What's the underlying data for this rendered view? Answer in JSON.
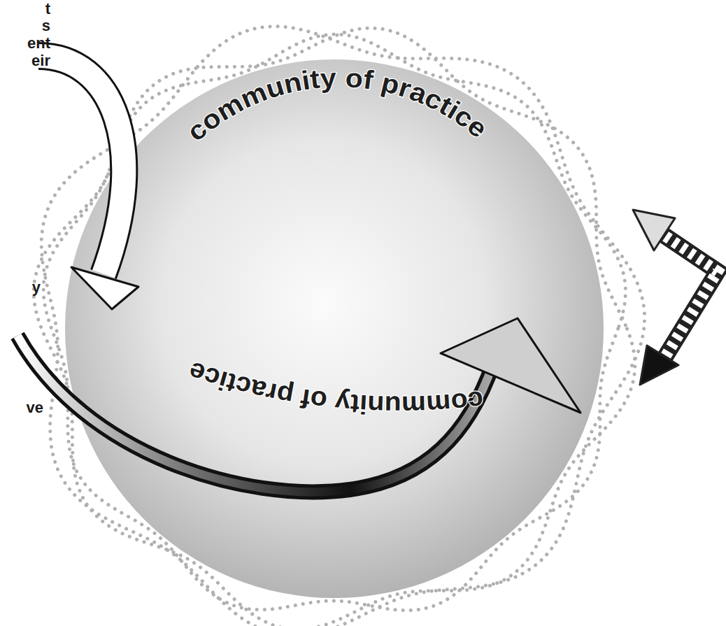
{
  "diagram": {
    "nodes": [
      {
        "text": [
          "community of practice",
          "community of practice"
        ]
      }
    ],
    "labels": [
      "t",
      "s",
      "ent",
      "eir",
      "y",
      "ve"
    ]
  }
}
